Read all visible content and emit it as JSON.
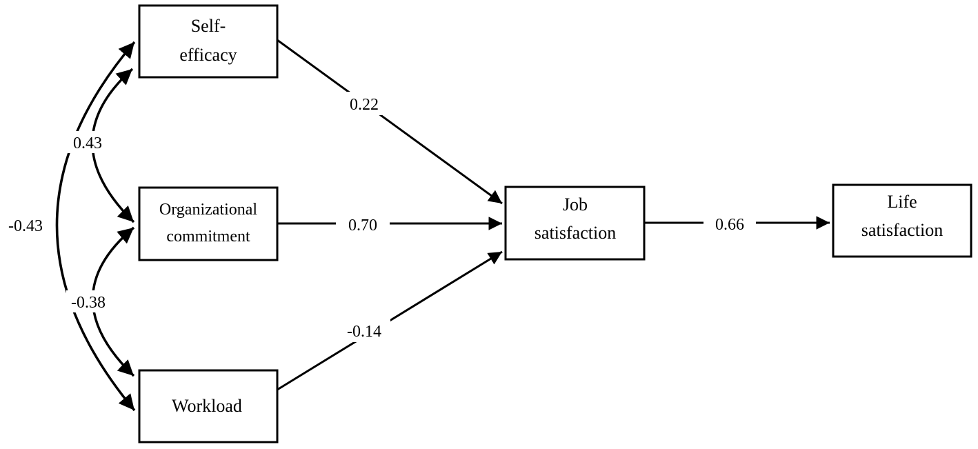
{
  "nodes": {
    "self_efficacy": {
      "line1": "Self-",
      "line2": "efficacy"
    },
    "organizational_commitment": {
      "line1": "Organizational",
      "line2": "commitment"
    },
    "workload": {
      "line1": "Workload"
    },
    "job_satisfaction": {
      "line1": "Job",
      "line2": "satisfaction"
    },
    "life_satisfaction": {
      "line1": "Life",
      "line2": "satisfaction"
    }
  },
  "paths": {
    "self_efficacy_to_job": "0.22",
    "org_commitment_to_job": "0.70",
    "workload_to_job": "-0.14",
    "job_to_life": "0.66"
  },
  "covariances": {
    "self_efficacy_org_commitment": "0.43",
    "org_commitment_workload": "-0.38",
    "self_efficacy_workload": "-0.43"
  },
  "colors": {
    "stroke": "#000000",
    "background": "#ffffff"
  }
}
